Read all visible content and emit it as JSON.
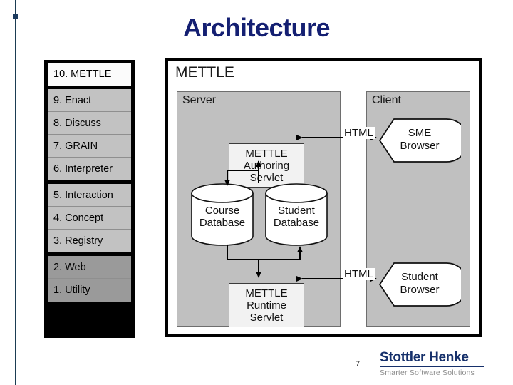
{
  "slide": {
    "title": "Architecture",
    "page_number": "7"
  },
  "sidebar": {
    "groups": [
      {
        "tone": "tone-light",
        "items": [
          {
            "label": "10. METTLE"
          }
        ]
      },
      {
        "tone": "tone-mid",
        "items": [
          {
            "label": "9. Enact"
          },
          {
            "label": "8. Discuss"
          },
          {
            "label": "7. GRAIN"
          },
          {
            "label": "6. Interpreter"
          }
        ]
      },
      {
        "tone": "tone-mid",
        "items": [
          {
            "label": "5. Interaction"
          },
          {
            "label": "4. Concept"
          },
          {
            "label": "3. Registry"
          }
        ]
      },
      {
        "tone": "tone-dark",
        "items": [
          {
            "label": "2. Web"
          },
          {
            "label": "1. Utility"
          }
        ]
      }
    ]
  },
  "diagram": {
    "title": "METTLE",
    "server_panel": {
      "label": "Server"
    },
    "client_panel": {
      "label": "Client"
    },
    "nodes": {
      "authoring_servlet": {
        "line1": "METTLE",
        "line2": "Authoring",
        "line3": "Servlet"
      },
      "runtime_servlet": {
        "line1": "METTLE",
        "line2": "Runtime",
        "line3": "Servlet"
      },
      "course_database": {
        "line1": "Course",
        "line2": "Database"
      },
      "student_database": {
        "line1": "Student",
        "line2": "Database"
      },
      "sme_browser": {
        "line1": "SME",
        "line2": "Browser"
      },
      "student_browser": {
        "line1": "Student",
        "line2": "Browser"
      }
    },
    "connector_labels": {
      "html_top": "HTML",
      "html_bottom": "HTML"
    }
  },
  "footer": {
    "company": "Stottler Henke",
    "tagline": "Smarter Software Solutions"
  },
  "colors": {
    "title_blue": "#141f72",
    "rule_blue": "#1b3c52",
    "panel_gray": "#c0c0c0",
    "node_fill": "#f2f2f2",
    "sidebar_border": "#000000",
    "logo_blue": "#16306b",
    "tagline_gray": "#8c8c8c"
  }
}
